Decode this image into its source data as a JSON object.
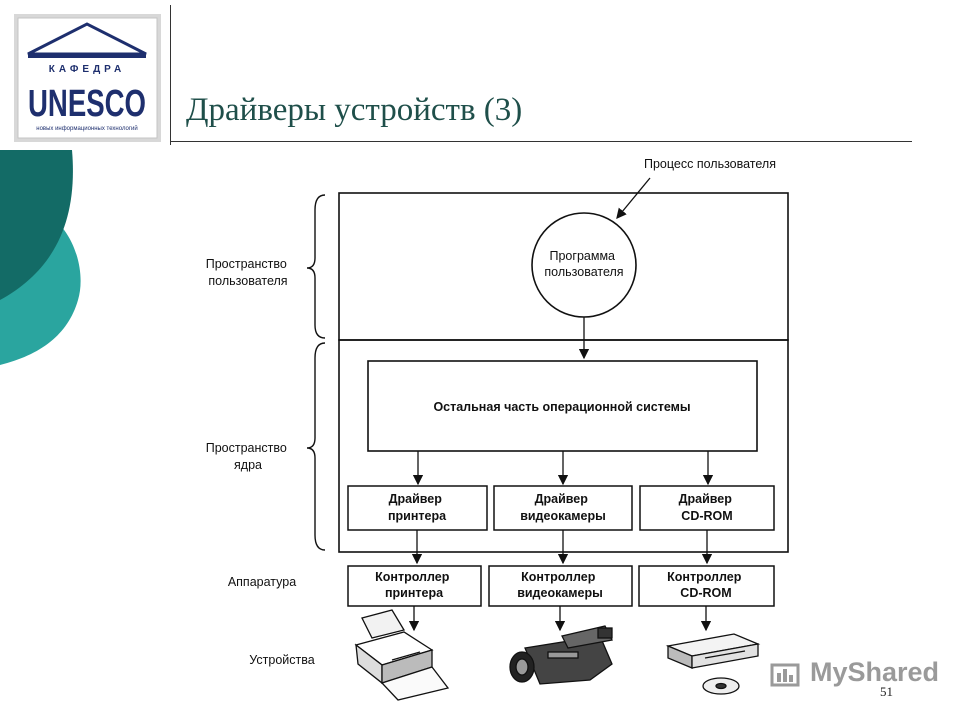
{
  "slide": {
    "title": "Драйверы устройств (3)",
    "page_number": "51"
  },
  "logo": {
    "top_arc_text": "КАФЕДРА",
    "main_text": "UNESCO",
    "ribbon_text": "новых информационных технологий"
  },
  "watermark": {
    "text": "MyShared"
  },
  "diagram": {
    "user_process_label": "Процесс пользователя",
    "user_program": [
      "Программа",
      "пользователя"
    ],
    "os_rest": "Остальная часть операционной системы",
    "regions": {
      "user_space": [
        "Пространство",
        "пользователя"
      ],
      "kernel_space": [
        "Пространство",
        "ядра"
      ],
      "hardware": "Аппаратура",
      "devices": "Устройства"
    },
    "drivers": [
      [
        "Драйвер",
        "принтера"
      ],
      [
        "Драйвер",
        "видеокамеры"
      ],
      [
        "Драйвер",
        "CD-ROM"
      ]
    ],
    "controllers": [
      [
        "Контроллер",
        "принтера"
      ],
      [
        "Контроллер",
        "видеокамеры"
      ],
      [
        "Контроллер",
        "CD-ROM"
      ]
    ]
  },
  "colors": {
    "title": "#1f4f4a",
    "deco_dark": "#136b66",
    "deco_light": "#2aa59f",
    "logo_navy": "#1e2f6e"
  }
}
